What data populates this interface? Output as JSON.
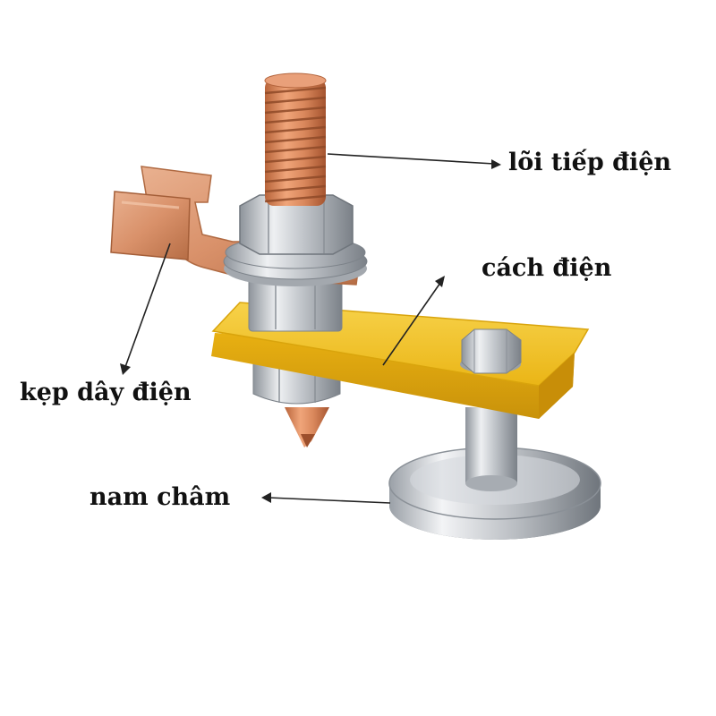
{
  "labels": {
    "core": "lõi tiếp điện",
    "insulation": "cách điện",
    "clip": "kẹp dây điện",
    "magnet": "nam châm"
  },
  "colors": {
    "copper": "#d6875a",
    "yellow_bar": "#f2c21c",
    "steel": "#c9ccd1",
    "text": "#111111"
  }
}
